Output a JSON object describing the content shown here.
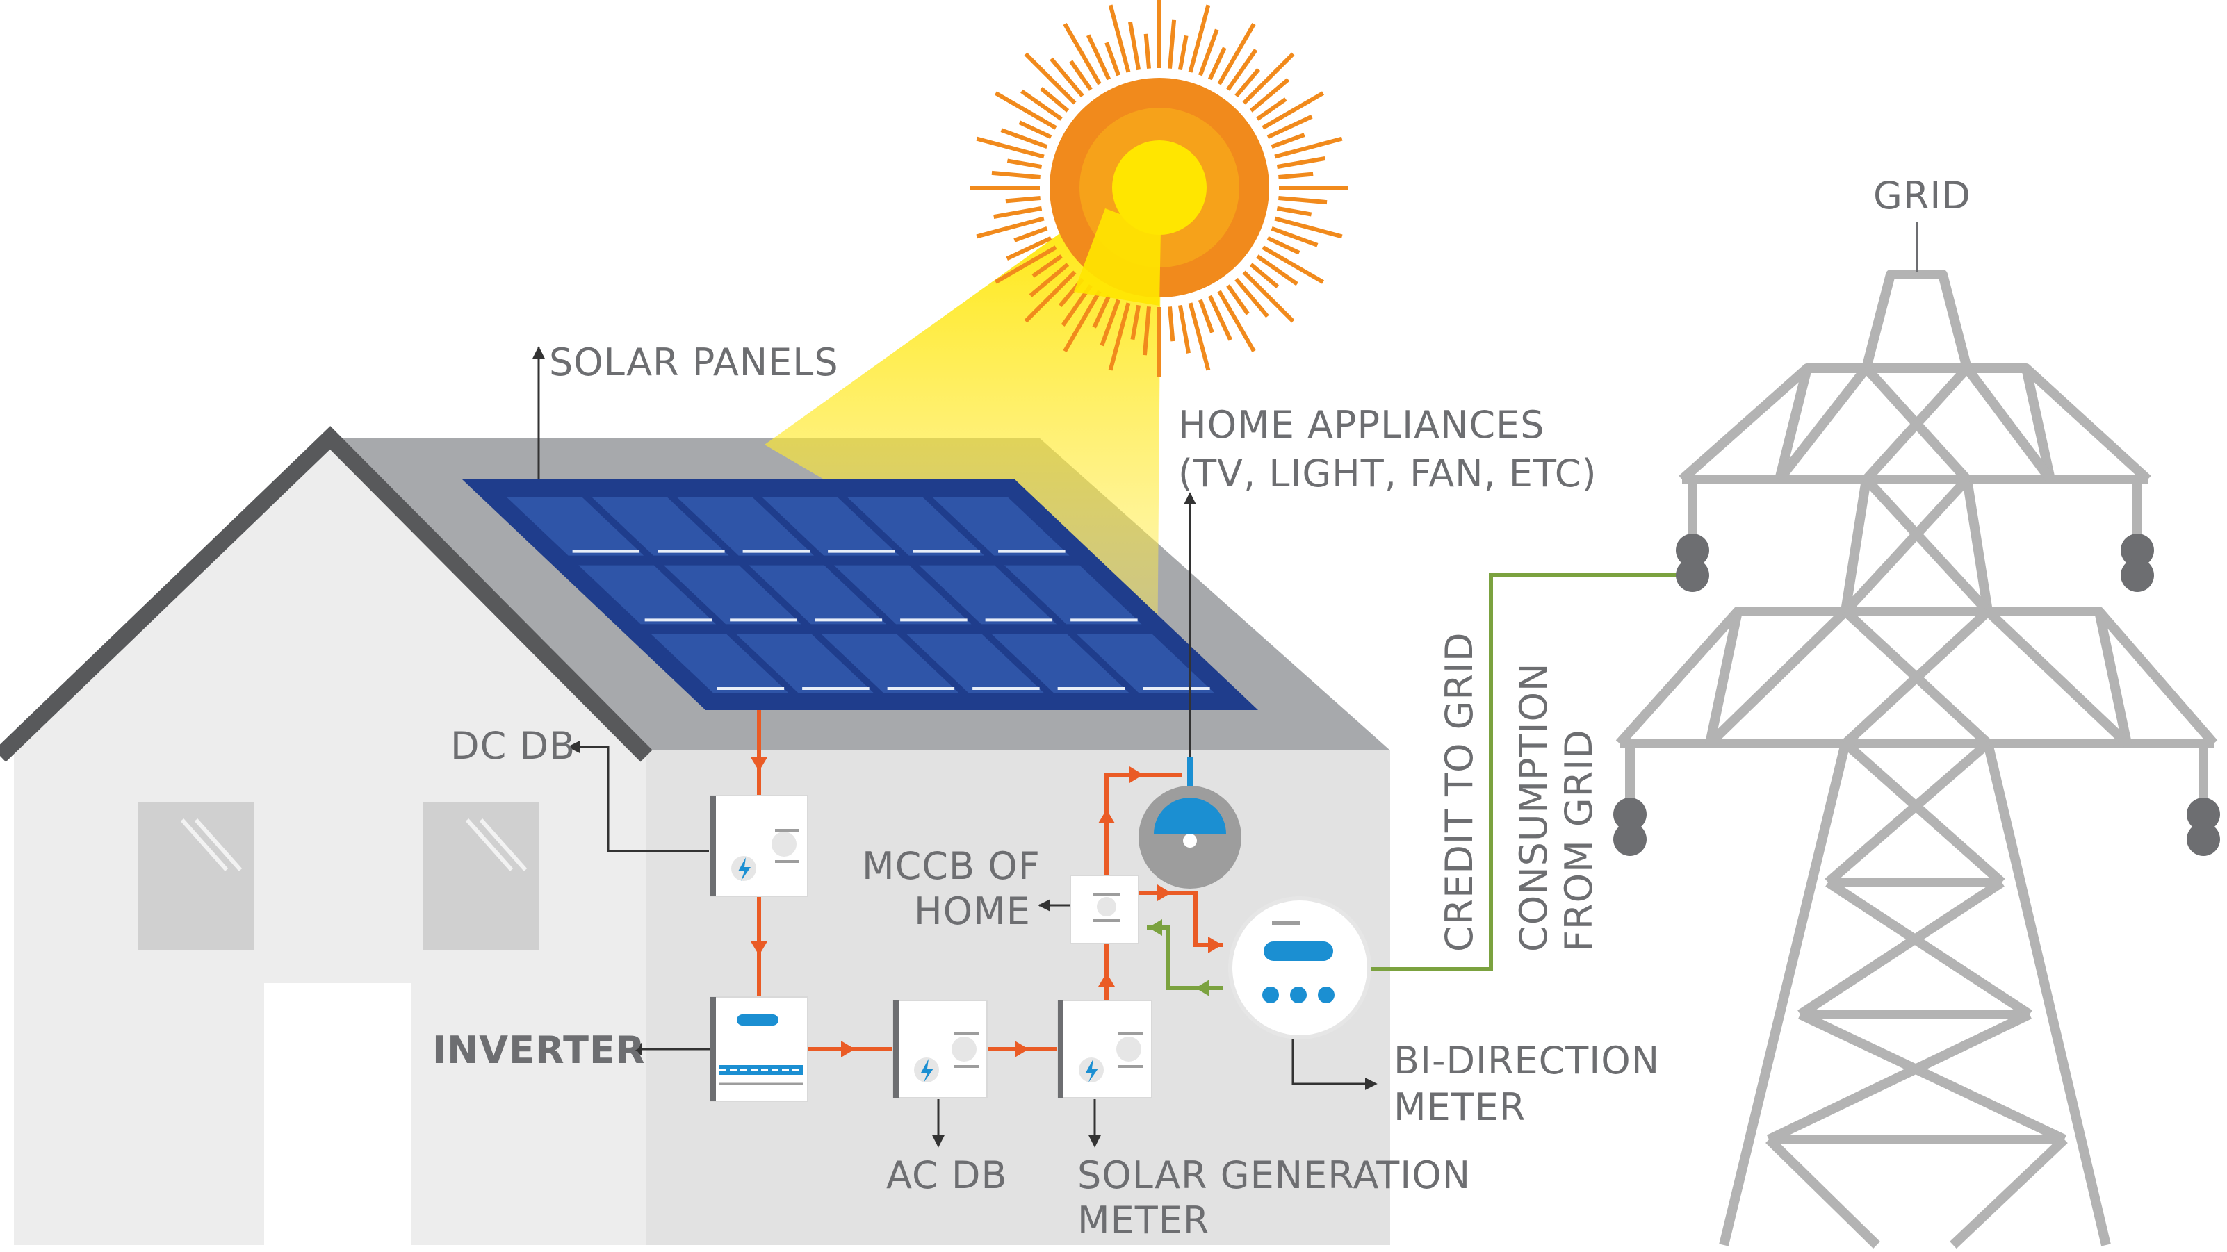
{
  "labels": {
    "solar_panels": "SOLAR PANELS",
    "home_appliances_line1": "HOME APPLIANCES",
    "home_appliances_line2": "(TV, LIGHT, FAN, ETC)",
    "dc_db": "DC DB",
    "mccb_line1": "MCCB OF",
    "mccb_line2": "HOME",
    "inverter": "INVERTER",
    "ac_db": "AC DB",
    "solar_gen_line1": "SOLAR GENERATION",
    "solar_gen_line2": "METER",
    "bi_direction_line1": "BI-DIRECTION",
    "bi_direction_line2": "METER",
    "credit_to_grid": "CREDIT TO GRID",
    "consumption_line1": "CONSUMPTION",
    "consumption_line2": "FROM GRID",
    "grid": "GRID"
  },
  "colors": {
    "house_wall_light": "#ededed",
    "house_wall_dark": "#e2e2e2",
    "roof": "#a7a9ac",
    "roof_edge": "#58595b",
    "panel_frame": "#1f3d8c",
    "panel_cell": "#2f55a8",
    "sun_outer": "#f18a1c",
    "sun_mid": "#f6a21a",
    "sun_core": "#ffe600",
    "beam": "#ffed5c",
    "dc_flow": "#ea5b25",
    "grid_flow": "#7ba23f",
    "device_accent": "#1b8fd2",
    "tower": "#b3b3b3",
    "label_text": "#6d6e71"
  }
}
